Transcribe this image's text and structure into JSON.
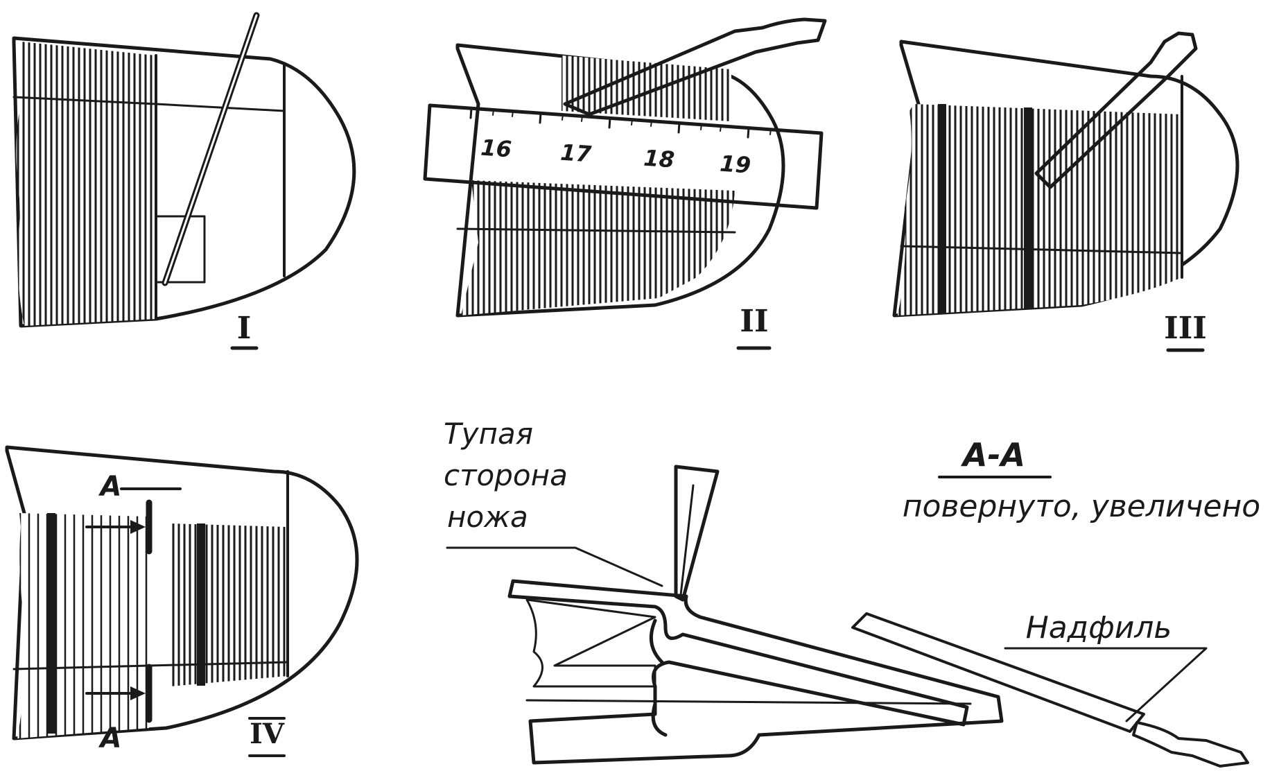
{
  "panels": {
    "p1": {
      "label": "I"
    },
    "p2": {
      "label": "II",
      "ruler_ticks": [
        "16",
        "17",
        "18",
        "19"
      ]
    },
    "p3": {
      "label": "III"
    },
    "p4": {
      "label": "IV",
      "section_top": "A",
      "section_bottom": "A"
    }
  },
  "detail": {
    "title": "A-A",
    "subtitle": "повернуто, увеличено",
    "knife_label": [
      "Тупая",
      "сторона",
      "ножа"
    ],
    "file_label": "Надфиль"
  },
  "colors": {
    "ink": "#1a1a1a",
    "paper": "#ffffff"
  }
}
